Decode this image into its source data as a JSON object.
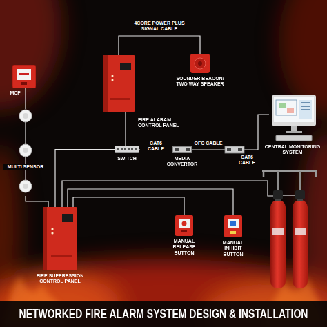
{
  "diagram": {
    "title": "NETWORKED FIRE ALARM SYSTEM DESIGN & INSTALLATION",
    "nodes": [
      {
        "text": [
          "MCP"
        ]
      },
      {
        "text": [
          "FIRE ALARAM CONTROL PANEL"
        ]
      },
      {
        "text": [
          "SOUNDER BEACON/ TWO WAY SPEAKER"
        ]
      },
      {
        "text": [
          "MULTI SENSOR"
        ]
      },
      {
        "text": [
          "SWITCH"
        ]
      },
      {
        "text": [
          "MEDIA CONVERTOR"
        ]
      },
      {
        "text": [
          "CENTRAL MONITORING SYSTEM"
        ]
      },
      {
        "text": [
          "FIRE SUPPRESSION CONTROL PANEL"
        ]
      },
      {
        "text": [
          "MANUAL RELEASE BUTTON"
        ]
      },
      {
        "text": [
          "MANUAL INHIBIT BUTTON"
        ]
      }
    ],
    "edges": [
      {
        "from": 1,
        "to": 2,
        "label": "4CORE POWER PLUS SIGNAL CABLE",
        "arrow": "none"
      },
      {
        "from": 0,
        "to": 3,
        "arrow": "none"
      },
      {
        "from": 1,
        "to": 4,
        "arrow": "none"
      },
      {
        "from": 4,
        "to": 5,
        "label": "CAT6 CABLE",
        "arrow": "none"
      },
      {
        "from": 5,
        "to": 6,
        "label": "OFC CABLE",
        "arrow": "none"
      },
      {
        "from": 4,
        "to": 7,
        "arrow": "none"
      },
      {
        "from": 3,
        "to": 7,
        "arrow": "none"
      },
      {
        "from": 7,
        "to": 8,
        "arrow": "none"
      },
      {
        "from": 7,
        "to": 9,
        "arrow": "none"
      }
    ],
    "labels": [
      "CAT6 CABLE"
    ]
  }
}
